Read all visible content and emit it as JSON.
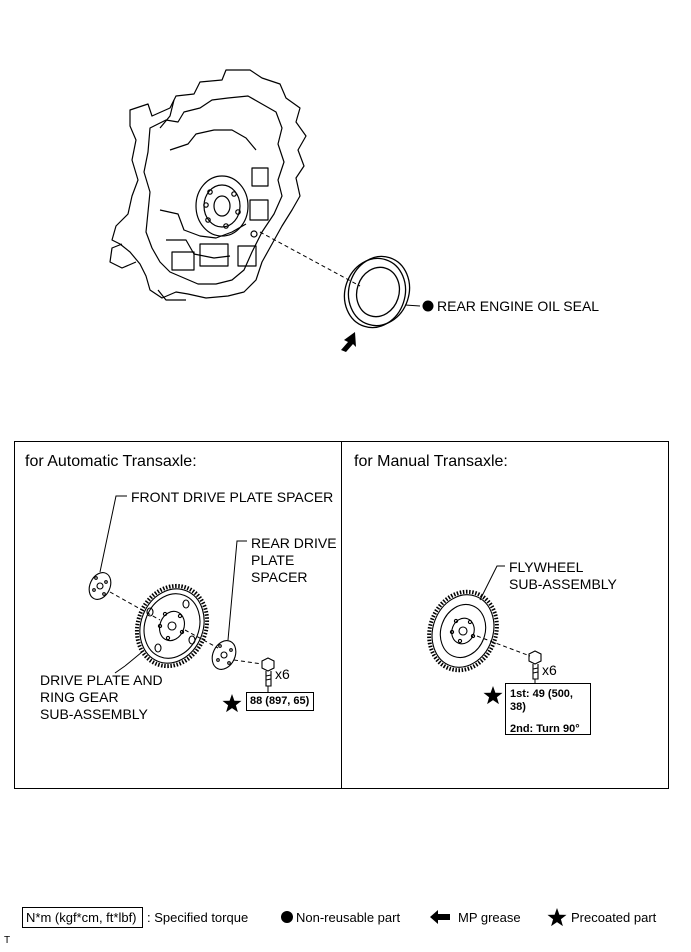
{
  "top_diagram": {
    "oil_seal_label": "REAR ENGINE OIL SEAL"
  },
  "panel_left": {
    "title": "for Automatic Transaxle:",
    "front_spacer_label": "FRONT DRIVE PLATE SPACER",
    "rear_spacer_label": "REAR DRIVE\nPLATE\nSPACER",
    "drive_plate_label": "DRIVE PLATE AND\nRING GEAR\nSUB-ASSEMBLY",
    "bolt_qty": "x6",
    "torque": "88 (897, 65)"
  },
  "panel_right": {
    "title": "for Manual Transaxle:",
    "flywheel_label": "FLYWHEEL\nSUB-ASSEMBLY",
    "bolt_qty": "x6",
    "torque_first": "1st: 49 (500, 38)",
    "torque_second": "2nd: Turn 90°"
  },
  "legend": {
    "torque_unit": "N*m (kgf*cm, ft*lbf)",
    "torque_desc": ": Specified torque",
    "non_reusable": "Non-reusable part",
    "mp_grease": "MP grease",
    "precoated": "Precoated part"
  },
  "footer_mark": "T"
}
